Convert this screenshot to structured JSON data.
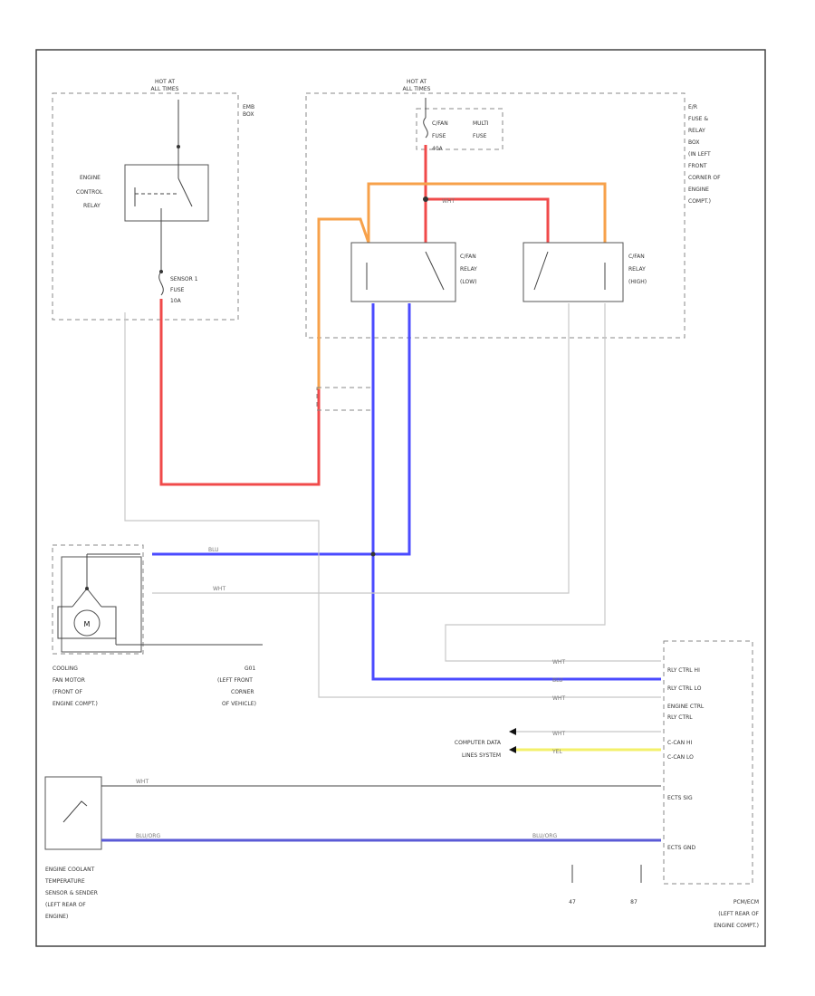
{
  "labels": {
    "hot1": "HOT AT",
    "hot1b": "ALL TIMES",
    "hot2": "HOT AT",
    "hot2b": "ALL TIMES",
    "emb": "EMB",
    "emb2": "BOX",
    "eng_relay1": "ENGINE",
    "eng_relay2": "CONTROL",
    "eng_relay3": "RELAY",
    "sensor1": "SENSOR 1",
    "sensor2": "FUSE",
    "sensor3": "10A",
    "cfan_mf1": "C/FAN",
    "cfan_mf2": "FUSE",
    "cfan_mf3": "40A",
    "multi1": "MULTI",
    "multi2": "FUSE",
    "er1": "E/R",
    "er2": "FUSE &",
    "er3": "RELAY",
    "er4": "BOX",
    "er5": "(IN LEFT",
    "er6": "FRONT",
    "er7": "CORNER OF",
    "er8": "ENGINE",
    "er9": "COMPT.)",
    "relay_low1": "C/FAN",
    "relay_low2": "RELAY",
    "relay_low3": "(LOW)",
    "relay_high1": "C/FAN",
    "relay_high2": "RELAY",
    "relay_high3": "(HIGH)",
    "motor": "M",
    "fan1": "COOLING",
    "fan2": "FAN MOTOR",
    "fan3": "(FRONT OF",
    "fan4": "ENGINE COMPT.)",
    "g01_1": "G01",
    "g01_2": "(LEFT FRONT",
    "g01_3": "CORNER",
    "g01_4": "OF VEHICLE)",
    "rly_hi": "RLY CTRL HI",
    "rly_lo": "RLY CTRL LO",
    "eng_ctrl1": "ENGINE CTRL",
    "eng_ctrl2": "RLY CTRL",
    "canhi": "C-CAN HI",
    "canlo": "C-CAN LO",
    "ect_sig": "ECTS SIG",
    "ect_gnd": "ECTS GND",
    "comp1": "COMPUTER DATA",
    "comp2": "LINES SYSTEM",
    "ect1": "ENGINE COOLANT",
    "ect2": "TEMPERATURE",
    "ect3": "SENSOR & SENDER",
    "ect4": "(LEFT REAR OF",
    "ect5": "ENGINE)",
    "pcm1": "PCM/ECM",
    "pcm2": "(LEFT REAR OF",
    "pcm3": "ENGINE COMPT.)",
    "wht": "WHT",
    "blu": "BLU",
    "yel": "YEL",
    "blu_org": "BLU/ORG",
    "num47": "47",
    "num87": "87"
  },
  "colors": {
    "red": "#f04a4a",
    "orange": "#f7a14a",
    "blue": "#4b4bff",
    "yellow": "#f3f06a",
    "navy": "#5a5ad6",
    "gray": "#c8c8c8"
  }
}
